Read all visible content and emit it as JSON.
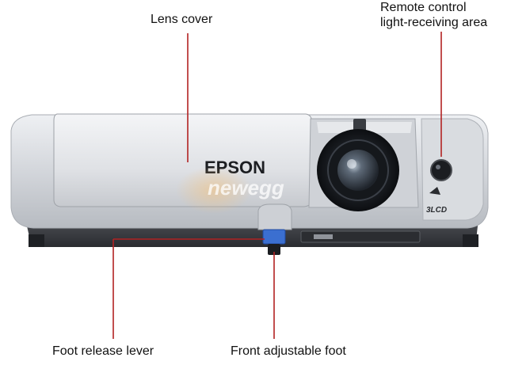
{
  "labels": {
    "lens_cover": "Lens cover",
    "remote_line1": "Remote control",
    "remote_line2": "light-receiving area",
    "foot_release_lever": "Foot release lever",
    "front_adjustable_foot": "Front adjustable foot"
  },
  "device": {
    "brand": "EPSON",
    "badge": "3LCD",
    "watermark": "newegg"
  },
  "colors": {
    "leader_line": "#b22222",
    "body_silver": "#d6d8dc",
    "base_dark": "#3a3c40",
    "foot_blue": "#3b6fd0"
  }
}
